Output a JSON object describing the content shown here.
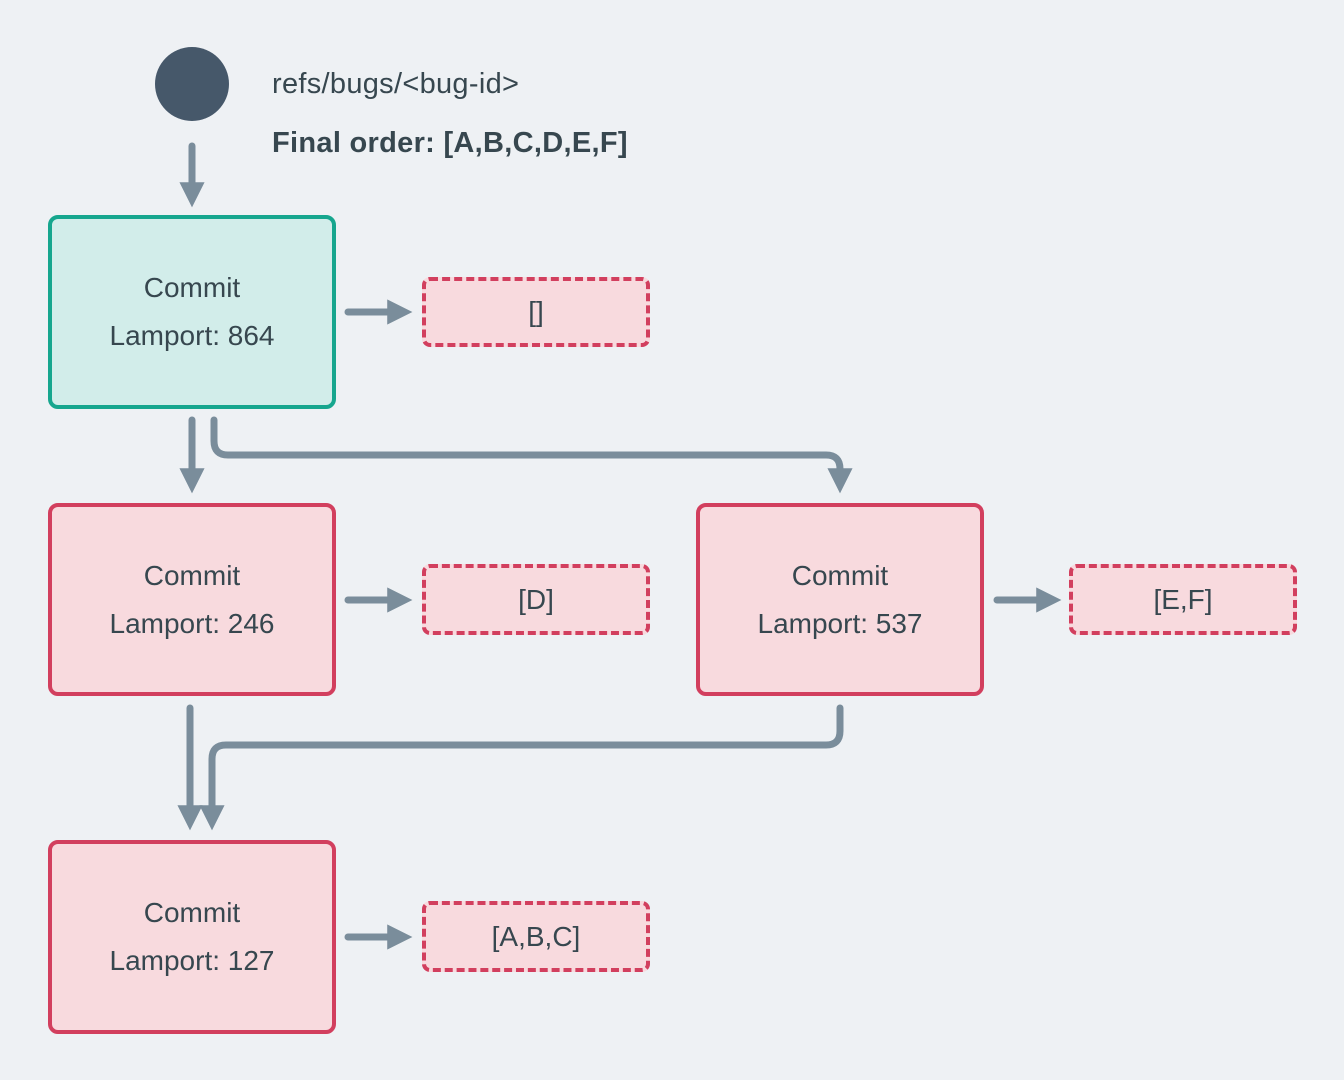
{
  "diagram": {
    "ref": {
      "label": "refs/bugs/<bug-id>",
      "final_order_label": "Final order: [A,B,C,D,E,F]"
    },
    "commits": [
      {
        "title": "Commit",
        "lamport_label": "Lamport: 864",
        "operations": "[]",
        "variant": "head"
      },
      {
        "title": "Commit",
        "lamport_label": "Lamport: 246",
        "operations": "[D]",
        "variant": "regular"
      },
      {
        "title": "Commit",
        "lamport_label": "Lamport: 537",
        "operations": "[E,F]",
        "variant": "regular"
      },
      {
        "title": "Commit",
        "lamport_label": "Lamport: 127",
        "operations": "[A,B,C]",
        "variant": "regular"
      }
    ],
    "colors": {
      "background": "#eef1f4",
      "arrow": "#7a8d9b",
      "ref_node": "#46586a",
      "text": "#37474f",
      "head_commit_border": "#16a68e",
      "head_commit_fill": "#d2edea",
      "commit_border": "#d23f5e",
      "commit_fill": "#f8dade"
    }
  }
}
